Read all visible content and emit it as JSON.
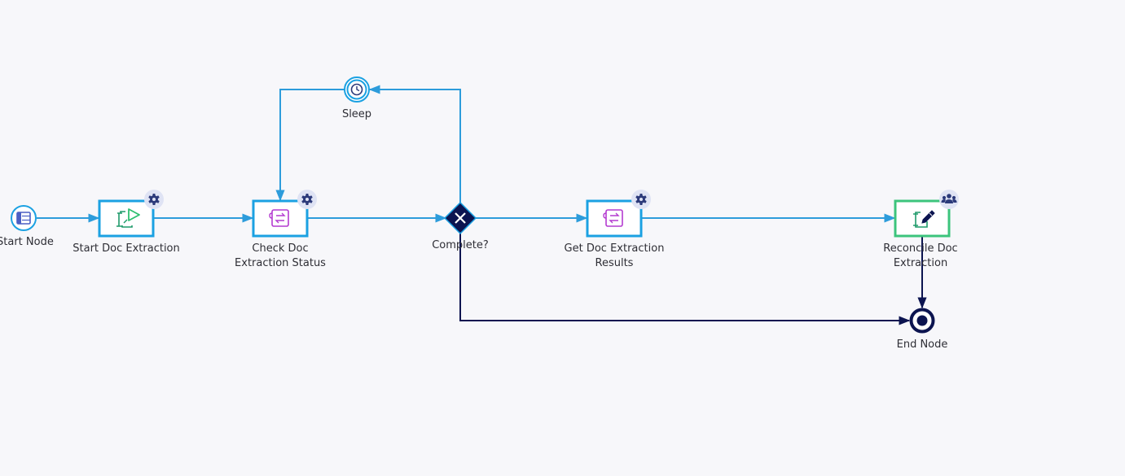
{
  "colors": {
    "background": "#f7f7fa",
    "flow_line": "#2d9cdb",
    "end_line": "#0c1450",
    "task_border": "#1ba1e2",
    "user_task_border": "#3cc47c",
    "gateway": "#0c1450",
    "badge_bg": "#dfe3f4",
    "badge_icon": "#2c3a7a"
  },
  "nodes": {
    "start": {
      "label": "Start Node",
      "icon": "start-table-icon"
    },
    "start_doc": {
      "label": "Start Doc Extraction",
      "icon": "start-process-icon",
      "badge": "gear-icon"
    },
    "check_doc": {
      "label_line1": "Check Doc",
      "label_line2": "Extraction Status",
      "icon": "integration-scroll-icon",
      "badge": "gear-icon"
    },
    "sleep": {
      "label": "Sleep",
      "icon": "timer-clock-icon"
    },
    "complete": {
      "label": "Complete?",
      "icon": "xor-gateway-icon"
    },
    "get_doc": {
      "label_line1": "Get Doc Extraction",
      "label_line2": "Results",
      "icon": "integration-scroll-icon",
      "badge": "gear-icon"
    },
    "reconcile": {
      "label_line1": "Reconcile Doc",
      "label_line2": "Extraction",
      "icon": "edit-document-icon",
      "badge": "users-icon"
    },
    "end": {
      "label": "End Node",
      "icon": "end-event-icon"
    }
  }
}
